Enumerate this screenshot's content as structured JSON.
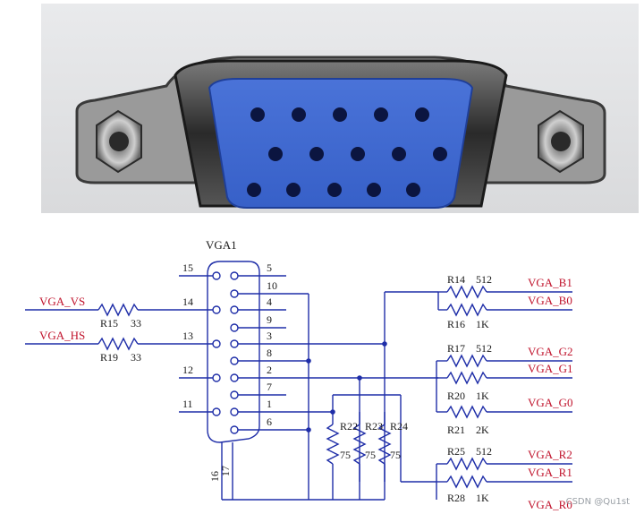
{
  "connector": {
    "designator": "VGA1",
    "left_pins": [
      "15",
      "14",
      "13",
      "12",
      "11"
    ],
    "right_pins": [
      "5",
      "10",
      "4",
      "9",
      "3",
      "8",
      "2",
      "7",
      "1",
      "6"
    ],
    "bottom_pins": [
      "16",
      "17"
    ]
  },
  "signals": {
    "vs": "VGA_VS",
    "hs": "VGA_HS",
    "b1": "VGA_B1",
    "b0": "VGA_B0",
    "g2": "VGA_G2",
    "g1": "VGA_G1",
    "g0": "VGA_G0",
    "r2": "VGA_R2",
    "r1": "VGA_R1",
    "r0": "VGA_R0"
  },
  "resistors": {
    "r15": {
      "name": "R15",
      "value": "33"
    },
    "r19": {
      "name": "R19",
      "value": "33"
    },
    "r14": {
      "name": "R14",
      "value": "512"
    },
    "r16": {
      "name": "R16",
      "value": "1K"
    },
    "r17": {
      "name": "R17",
      "value": "512"
    },
    "r20": {
      "name": "R20",
      "value": "1K"
    },
    "r21": {
      "name": "R21",
      "value": "2K"
    },
    "r25": {
      "name": "R25",
      "value": "512"
    },
    "r28": {
      "name": "R28",
      "value": "1K"
    },
    "r22": {
      "name": "R22",
      "value": "75"
    },
    "r23": {
      "name": "R23",
      "value": "75"
    },
    "r24": {
      "name": "R24",
      "value": "75"
    }
  },
  "watermark": "CSDN @Qu1st",
  "colors": {
    "wire": "#1f2ea8",
    "net_label": "#c0122b",
    "text": "#1a1a1a",
    "connector_body": "#3a66d4"
  }
}
